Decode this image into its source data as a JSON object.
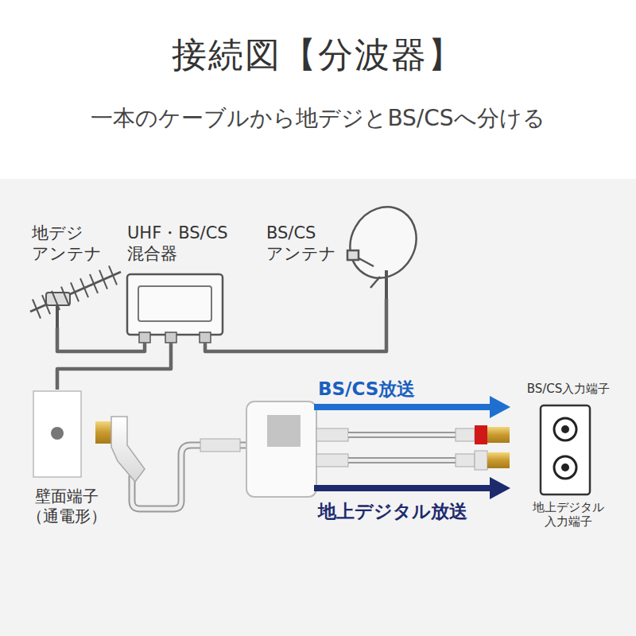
{
  "diagram": {
    "title": "接続図【分波器】",
    "nodes": [
      {
        "text": [
          "地デジ アンテナ"
        ]
      },
      {
        "text": [
          "UHF・BS/CS 混合器"
        ]
      },
      {
        "text": [
          "BS/CS アンテナ"
        ]
      },
      {
        "text": [
          "壁面端子 （通電形）"
        ]
      },
      {
        "text": [
          "BS/CS入力端子",
          "地上デジタル 入力端子"
        ]
      }
    ],
    "edges": [
      {
        "from": 0,
        "to": 1,
        "arrow": "none"
      },
      {
        "from": 2,
        "to": 1,
        "arrow": "none"
      },
      {
        "from": 1,
        "to": 3,
        "arrow": "none"
      }
    ],
    "labels": [
      "一本のケーブルから地デジとBS/CSへ分ける",
      "BS/CS放送",
      "地上デジタル放送"
    ]
  }
}
